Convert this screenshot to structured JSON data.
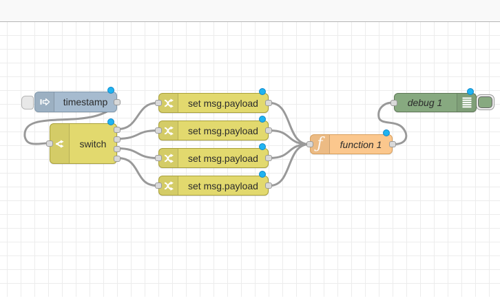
{
  "app": {
    "name": "Node-RED flow editor",
    "view": "flow canvas"
  },
  "colors": {
    "inject_node": "#a6bbcf",
    "switch_node": "#e2d96e",
    "change_node": "#e2d96e",
    "function_node": "#fbc78d",
    "debug_node": "#87a980",
    "wire": "#999999",
    "port_fill": "#d9d9d9",
    "changed_dot": "#1fb3f0",
    "grid_line": "#ececec"
  },
  "icons": {
    "inject": "inject-arrow-icon",
    "switch": "switch-fork-icon",
    "change": "change-shuffle-icon",
    "function_glyph": "ƒ",
    "debug": "debug-list-icon"
  },
  "nodes": {
    "inject1": {
      "type": "inject",
      "label": "timestamp"
    },
    "switch1": {
      "type": "switch",
      "label": "switch",
      "outputs": 4
    },
    "change1": {
      "type": "change",
      "label": "set msg.payload"
    },
    "change2": {
      "type": "change",
      "label": "set msg.payload"
    },
    "change3": {
      "type": "change",
      "label": "set msg.payload"
    },
    "change4": {
      "type": "change",
      "label": "set msg.payload"
    },
    "function1": {
      "type": "function",
      "label": "function 1"
    },
    "debug1": {
      "type": "debug",
      "label": "debug 1"
    }
  }
}
